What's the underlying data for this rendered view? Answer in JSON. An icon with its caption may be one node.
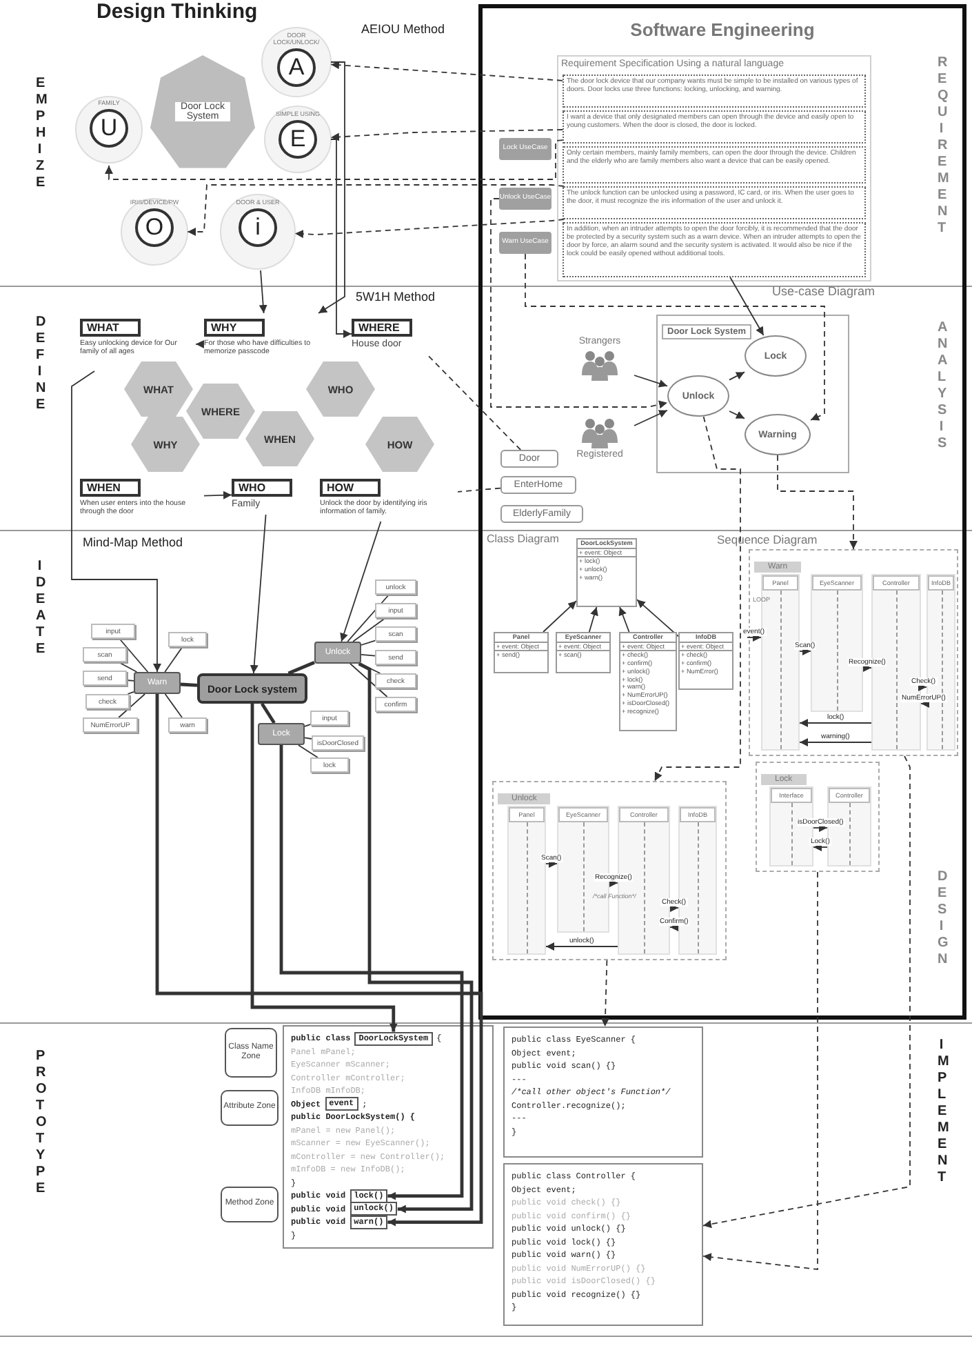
{
  "diagram": {
    "title": "Design Thinking",
    "nodes": [
      {
        "text": [
          "Door Lock System"
        ]
      },
      {
        "text": [
          "DOOR LOCK/UNLOCK/",
          "A"
        ]
      },
      {
        "text": [
          "FAMILY",
          "U"
        ]
      },
      {
        "text": [
          "SIMPLE USING",
          "E"
        ]
      },
      {
        "text": [
          "IRIS/DEVICE/PW",
          "O"
        ]
      },
      {
        "text": [
          "DOOR & USER",
          "i"
        ]
      },
      {
        "text": [
          "WHAT",
          "Easy unlocking device for Our family of all ages"
        ]
      },
      {
        "text": [
          "WHY",
          "For those who have difficulties to memorize passcode"
        ]
      },
      {
        "text": [
          "WHERE",
          "House door"
        ]
      },
      {
        "text": [
          "WHAT"
        ]
      },
      {
        "text": [
          "WHERE"
        ]
      },
      {
        "text": [
          "WHO"
        ]
      },
      {
        "text": [
          "WHY"
        ]
      },
      {
        "text": [
          "WHEN"
        ]
      },
      {
        "text": [
          "HOW"
        ]
      },
      {
        "text": [
          "WHEN",
          "When user enters into the house through the door"
        ]
      },
      {
        "text": [
          "WHO",
          "Family"
        ]
      },
      {
        "text": [
          "HOW",
          "Unlock the door by identifying iris information of family."
        ]
      },
      {
        "text": [
          "Door Lock system"
        ]
      },
      {
        "text": [
          "Warn"
        ]
      },
      {
        "text": [
          "Unlock"
        ]
      },
      {
        "text": [
          "Lock"
        ]
      },
      {
        "text": [
          "input"
        ]
      },
      {
        "text": [
          "scan"
        ]
      },
      {
        "text": [
          "send"
        ]
      },
      {
        "text": [
          "check"
        ]
      },
      {
        "text": [
          "NumErrorUP"
        ]
      },
      {
        "text": [
          "lock"
        ]
      },
      {
        "text": [
          "warn"
        ]
      },
      {
        "text": [
          "unlock"
        ]
      },
      {
        "text": [
          "input"
        ]
      },
      {
        "text": [
          "scan"
        ]
      },
      {
        "text": [
          "send"
        ]
      },
      {
        "text": [
          "check"
        ]
      },
      {
        "text": [
          "confirm"
        ]
      },
      {
        "text": [
          "input"
        ]
      },
      {
        "text": [
          "isDoorClosed"
        ]
      },
      {
        "text": [
          "lock"
        ]
      },
      {
        "text": [
          "Software Engineering"
        ]
      },
      {
        "text": [
          "Requirement Specification Using a natural language"
        ],
        "in": 38
      },
      {
        "text": [
          "The door lock device that our company wants must be simple to be installed on various types of doors. Door locks use three functions: locking, unlocking, and warning."
        ],
        "in": 39
      },
      {
        "text": [
          "I want a device that only designated members can open through the device and easily open to young customers. When the door is closed, the door is locked."
        ],
        "in": 39
      },
      {
        "text": [
          "Only certain members, mainly family members, can open the door through the device. Children and the elderly who are family members also want a device that can be easily opened."
        ],
        "in": 39
      },
      {
        "text": [
          "The unlock function can be unlocked using a password, IC card, or iris. When the user goes to the door, it must recognize the iris information of the user and unlock it."
        ],
        "in": 39
      },
      {
        "text": [
          "In addition, when an intruder attempts to open the door forcibly, it is recommended that the door be protected by a security system such as a warn device. When an intruder attempts to open the door by force, an alarm sound and the security system is activated. It would also be nice if the lock could be easily opened without additional tools."
        ],
        "in": 39
      },
      {
        "text": [
          "Lock UseCase"
        ],
        "in": 38
      },
      {
        "text": [
          "Unlock UseCase"
        ],
        "in": 38
      },
      {
        "text": [
          "Warn UseCase"
        ],
        "in": 38
      },
      {
        "text": [
          "Door Lock System"
        ],
        "in": 38
      },
      {
        "text": [
          "Lock"
        ],
        "in": 48
      },
      {
        "text": [
          "Unlock"
        ],
        "in": 48
      },
      {
        "text": [
          "Warning"
        ],
        "in": 48
      },
      {
        "text": [
          "Strangers"
        ],
        "in": 38
      },
      {
        "text": [
          "Registered"
        ],
        "in": 38
      },
      {
        "text": [
          "Door"
        ],
        "in": 38
      },
      {
        "text": [
          "EnterHome"
        ],
        "in": 38
      },
      {
        "text": [
          "ElderlyFamily"
        ],
        "in": 38
      },
      {
        "text": [
          "DoorLockSystem",
          "+ event: Object",
          "+ lock()",
          "+ unlock()",
          "+ warn()"
        ],
        "in": 38
      },
      {
        "text": [
          "Panel",
          "+ event: Object",
          "+ send()"
        ],
        "in": 38
      },
      {
        "text": [
          "EyeScanner",
          "+ event: Object",
          "+ scan()"
        ],
        "in": 38
      },
      {
        "text": [
          "Controller",
          "+ event: Object",
          "+ check()",
          "+ confirm()",
          "+ unlock()",
          "+ lock()",
          "+ warn()",
          "+ NumErrorUP()",
          "+ isDoorClosed()",
          "+ recognize()"
        ],
        "in": 38
      },
      {
        "text": [
          "InfoDB",
          "+ event: Object",
          "+ check()",
          "+ confirm()",
          "+ NumError()"
        ],
        "in": 38
      },
      {
        "text": [
          "Warn"
        ],
        "in": 38
      },
      {
        "text": [
          "Panel"
        ],
        "in": 62
      },
      {
        "text": [
          "EyeScanner"
        ],
        "in": 62
      },
      {
        "text": [
          "Controller"
        ],
        "in": 62
      },
      {
        "text": [
          "InfoDB"
        ],
        "in": 62
      },
      {
        "text": [
          "Lock"
        ],
        "in": 38
      },
      {
        "text": [
          "Interface"
        ],
        "in": 67
      },
      {
        "text": [
          "Controller"
        ],
        "in": 67
      },
      {
        "text": [
          "Unlock"
        ],
        "in": 38
      },
      {
        "text": [
          "Panel"
        ],
        "in": 70
      },
      {
        "text": [
          "EyeScanner"
        ],
        "in": 70
      },
      {
        "text": [
          "Controller"
        ],
        "in": 70
      },
      {
        "text": [
          "InfoDB"
        ],
        "in": 70
      },
      {
        "text": [
          "Class Name Zone"
        ]
      },
      {
        "text": [
          "Attribute Zone"
        ]
      },
      {
        "text": [
          "Method Zone"
        ]
      },
      {
        "text": [
          "public class",
          "{",
          "Panel mPanel;",
          "EyeScanner mScanner;",
          "Controller mController;",
          "InfoDB mInfoDB;",
          "Object",
          ";",
          "public DoorLockSystem() {",
          "mPanel = new Panel();",
          "mScanner = new EyeScanner();",
          "mController = new Controller();",
          "mInfoDB = new InfoDB();",
          "}",
          "public void",
          "public void",
          "public void",
          "}"
        ]
      },
      {
        "text": [
          "DoorLockSystem"
        ],
        "in": 78
      },
      {
        "text": [
          "event"
        ],
        "in": 78
      },
      {
        "text": [
          "lock()"
        ],
        "in": 78
      },
      {
        "text": [
          "unlock()"
        ],
        "in": 78
      },
      {
        "text": [
          "warn()"
        ],
        "in": 78
      },
      {
        "text": [
          "public class EyeScanner {",
          "Object event;",
          "public void scan() {}",
          "---",
          "/*call other object's Function*/",
          "Controller.recognize();",
          "---",
          "}"
        ]
      },
      {
        "text": [
          "public class Controller {",
          "Object event;",
          "public void check() {}",
          "public void confirm() {}",
          "public void unlock() {}",
          "public void lock() {}",
          "public void warn() {}",
          "public void NumErrorUP() {}",
          "public void isDoorClosed() {}",
          "public void recognize() {}",
          "}"
        ]
      }
    ],
    "edges": [
      {
        "from": 40,
        "to": 1,
        "arrow": "to",
        "style": "dashed"
      },
      {
        "from": 41,
        "to": 2,
        "arrow": "to",
        "style": "dashed"
      },
      {
        "from": 41,
        "to": 3,
        "arrow": "to",
        "style": "dashed"
      },
      {
        "from": 43,
        "to": 4,
        "arrow": "to",
        "style": "dashed"
      },
      {
        "from": 43,
        "to": 5,
        "arrow": "to",
        "style": "dashed"
      },
      {
        "from": 1,
        "to": 7,
        "arrow": "to"
      },
      {
        "from": 5,
        "to": 7,
        "arrow": "to"
      },
      {
        "from": 3,
        "to": 8,
        "arrow": "to"
      },
      {
        "from": 7,
        "to": 6,
        "arrow": "to"
      },
      {
        "from": 15,
        "to": 16,
        "arrow": "to"
      },
      {
        "from": 54,
        "to": 8,
        "arrow": "none",
        "style": "dashed"
      },
      {
        "from": 55,
        "to": 17,
        "arrow": "none",
        "style": "dashed"
      },
      {
        "from": 18,
        "to": 19,
        "arrow": "none",
        "style": "thick"
      },
      {
        "from": 18,
        "to": 20,
        "arrow": "none",
        "style": "thick"
      },
      {
        "from": 18,
        "to": 21,
        "arrow": "none",
        "style": "thick"
      },
      {
        "from": 19,
        "to": 22,
        "arrow": "none"
      },
      {
        "from": 19,
        "to": 23,
        "arrow": "none"
      },
      {
        "from": 19,
        "to": 24,
        "arrow": "none"
      },
      {
        "from": 19,
        "to": 25,
        "arrow": "none"
      },
      {
        "from": 19,
        "to": 26,
        "arrow": "none"
      },
      {
        "from": 19,
        "to": 27,
        "arrow": "none"
      },
      {
        "from": 19,
        "to": 28,
        "arrow": "none"
      },
      {
        "from": 20,
        "to": 29,
        "arrow": "none"
      },
      {
        "from": 20,
        "to": 30,
        "arrow": "none"
      },
      {
        "from": 20,
        "to": 31,
        "arrow": "none"
      },
      {
        "from": 20,
        "to": 32,
        "arrow": "none"
      },
      {
        "from": 20,
        "to": 33,
        "arrow": "none"
      },
      {
        "from": 20,
        "to": 34,
        "arrow": "none"
      },
      {
        "from": 21,
        "to": 35,
        "arrow": "none"
      },
      {
        "from": 21,
        "to": 36,
        "arrow": "none"
      },
      {
        "from": 21,
        "to": 37,
        "arrow": "none"
      },
      {
        "from": 6,
        "to": 19,
        "arrow": "to"
      },
      {
        "from": 16,
        "to": 18,
        "arrow": "to"
      },
      {
        "from": 17,
        "to": 20,
        "arrow": "to"
      },
      {
        "from": 18,
        "to": 79,
        "arrow": "to",
        "style": "thick"
      },
      {
        "from": 19,
        "to": 83,
        "arrow": "to",
        "style": "thick"
      },
      {
        "from": 20,
        "to": 82,
        "arrow": "to",
        "style": "thick"
      },
      {
        "from": 21,
        "to": 81,
        "arrow": "to",
        "style": "thick"
      },
      {
        "from": 47,
        "to": 51,
        "arrow": "to",
        "style": "dashed"
      },
      {
        "from": 46,
        "to": 50,
        "arrow": "to",
        "style": "dashed"
      },
      {
        "from": 44,
        "to": 49,
        "arrow": "to"
      },
      {
        "from": 52,
        "to": 50,
        "arrow": "to"
      },
      {
        "from": 53,
        "to": 50,
        "arrow": "to"
      },
      {
        "from": 50,
        "to": 49,
        "arrow": "to"
      },
      {
        "from": 50,
        "to": 51,
        "arrow": "to"
      },
      {
        "from": 51,
        "to": 62,
        "arrow": "to",
        "style": "dashed"
      },
      {
        "from": 50,
        "to": 70,
        "arrow": "to",
        "style": "dashed"
      },
      {
        "from": 58,
        "to": 57,
        "arrow": "to"
      },
      {
        "from": 59,
        "to": 57,
        "arrow": "to"
      },
      {
        "from": 60,
        "to": 57,
        "arrow": "to"
      },
      {
        "from": 61,
        "to": 57,
        "arrow": "to"
      },
      {
        "from": 70,
        "to": 84,
        "arrow": "to",
        "style": "dashed"
      },
      {
        "from": 62,
        "to": 85,
        "arrow": "to",
        "style": "dashed"
      },
      {
        "from": 67,
        "to": 85,
        "arrow": "to",
        "style": "dashed"
      },
      {
        "from": null,
        "to": 63,
        "arrow": "to",
        "label": "event()"
      },
      {
        "from": 63,
        "to": 64,
        "arrow": "to",
        "label": "Scan()"
      },
      {
        "from": 64,
        "to": 65,
        "arrow": "to",
        "label": "Recognize()"
      },
      {
        "from": 65,
        "to": 66,
        "arrow": "to",
        "label": "Check()"
      },
      {
        "from": 66,
        "to": 65,
        "arrow": "to",
        "label": "NumErrorUP()"
      },
      {
        "from": 65,
        "to": 63,
        "arrow": "to",
        "label": "lock()"
      },
      {
        "from": 65,
        "to": 63,
        "arrow": "to",
        "label": "warning()"
      },
      {
        "from": 68,
        "to": 69,
        "arrow": "to",
        "label": "isDoorClosed()"
      },
      {
        "from": 69,
        "to": 68,
        "arrow": "to",
        "label": "Lock()"
      },
      {
        "from": 71,
        "to": 72,
        "arrow": "to",
        "label": "Scan()"
      },
      {
        "from": 72,
        "to": 73,
        "arrow": "to",
        "label": "Recognize()"
      },
      {
        "from": 73,
        "to": 74,
        "arrow": "to",
        "label": "Check()"
      },
      {
        "from": 74,
        "to": 73,
        "arrow": "to",
        "label": "Confirm()"
      },
      {
        "from": 73,
        "to": 71,
        "arrow": "to",
        "label": "unlock()"
      }
    ],
    "labels": [
      "AEIOU Method",
      "EMPHIZE",
      "5W1H Method",
      "DEFINE",
      "Mind-Map Method",
      "IDEATE",
      "PROTOTYPE",
      "REQUIREMENT",
      "Use-case Diagram",
      "ANALYSIS",
      "Class Diagram",
      "Sequence Diagram",
      "LOOP",
      "/*call Function*/",
      "DESIGN",
      "IMPLEMENT"
    ]
  }
}
